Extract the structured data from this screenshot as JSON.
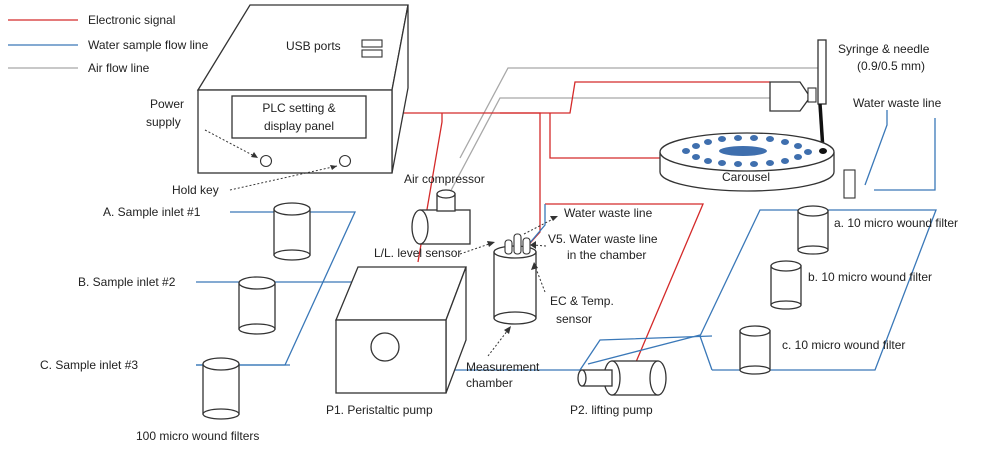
{
  "legend": {
    "electronic_signal": "Electronic signal",
    "water_sample_flow_line": "Water sample flow line",
    "air_flow_line": "Air flow line"
  },
  "colors": {
    "electronic_signal": "#d42a2a",
    "water_flow": "#3a78b8",
    "air_flow": "#a8a8a8",
    "carousel_well": "#3f6fae"
  },
  "labels": {
    "usb_ports": "USB ports",
    "power_supply_line1": "Power",
    "power_supply_line2": "supply",
    "plc_panel_line1": "PLC setting  &",
    "plc_panel_line2": "display panel",
    "hold_key": "Hold key",
    "syringe_line1": "Syringe & needle",
    "syringe_line2": "(0.9/0.5 mm)",
    "water_waste_line_top": "Water waste line",
    "carousel": "Carousel",
    "air_compressor": "Air compressor",
    "water_waste_line_mid": "Water waste line",
    "v5_line1": "V5. Water waste line",
    "v5_line2": "in the chamber",
    "ll_level_sensor": "L/L. level sensor",
    "ec_temp_line1": "EC &  Temp.",
    "ec_temp_line2": "sensor",
    "measurement_line1": "Measurement",
    "measurement_line2": "chamber",
    "p1_pump": "P1. Peristaltic pump",
    "p2_pump": "P2. lifting pump",
    "sample_inlet_1": "A. Sample inlet #1",
    "sample_inlet_2": "B. Sample inlet #2",
    "sample_inlet_3": "C. Sample inlet #3",
    "filters_100": "100 micro wound filters",
    "filter_a": "a. 10 micro  wound filter",
    "filter_b": "b. 10 micro wound filter",
    "filter_c": "c. 10 micro wound filter"
  }
}
